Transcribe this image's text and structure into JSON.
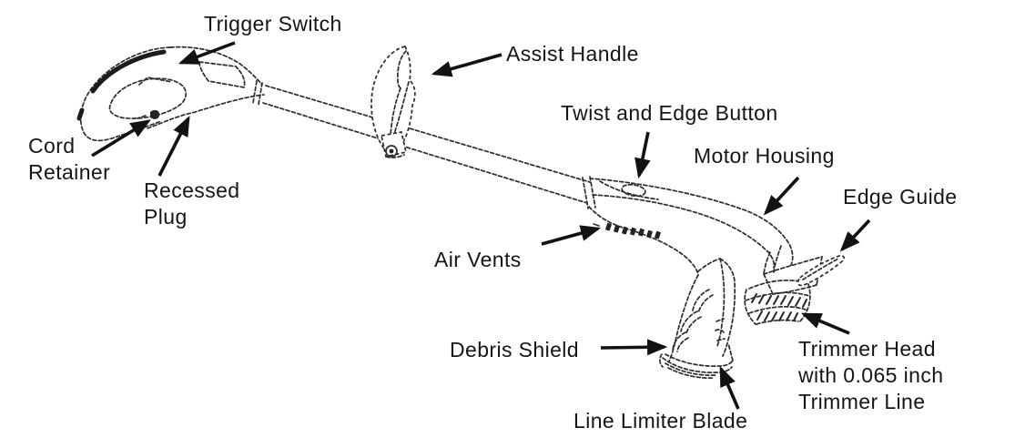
{
  "diagram": {
    "subject": "string-trimmer-parts-diagram",
    "ink_color": "#2c2c2c",
    "text_color": "#151515",
    "background_color": "#ffffff",
    "labels": {
      "trigger_switch": "Trigger Switch",
      "assist_handle": "Assist Handle",
      "cord_retainer": "Cord\nRetainer",
      "recessed_plug": "Recessed\nPlug",
      "twist_and_edge_button": "Twist and Edge Button",
      "motor_housing": "Motor Housing",
      "edge_guide": "Edge Guide",
      "air_vents": "Air Vents",
      "debris_shield": "Debris Shield",
      "trimmer_head": "Trimmer Head\nwith 0.065 inch\nTrimmer Line",
      "line_limiter_blade": "Line Limiter Blade"
    }
  }
}
